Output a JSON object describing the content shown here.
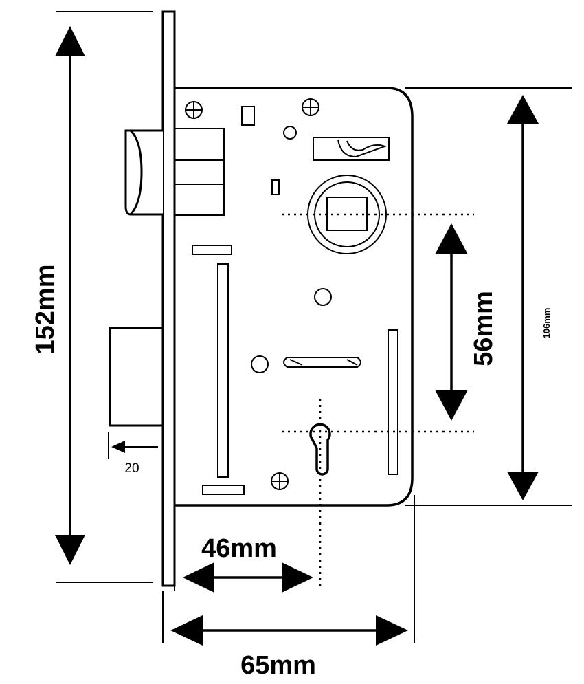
{
  "dimensions": {
    "overall_height": "152mm",
    "case_height": "106mm",
    "centre_distance": "56mm",
    "backset": "46mm",
    "case_depth": "65mm",
    "bolt_throw": "20"
  },
  "colors": {
    "line": "#000000",
    "background": "#ffffff"
  }
}
